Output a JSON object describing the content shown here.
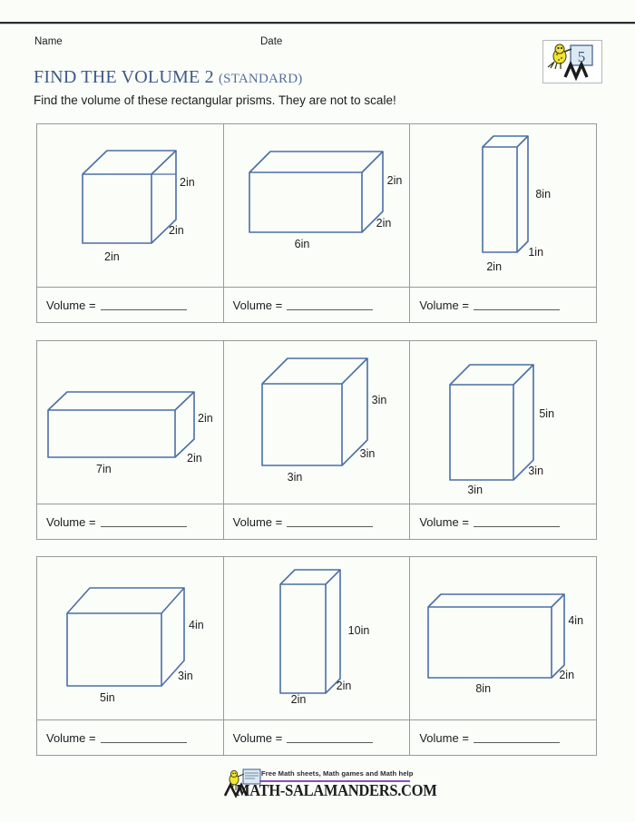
{
  "header": {
    "name_label": "Name",
    "date_label": "Date",
    "grade_badge": "5"
  },
  "title": {
    "main": "FIND THE VOLUME 2",
    "qualifier": "(STANDARD)",
    "color": "#3c5a87"
  },
  "instructions": "Find the volume of these rectangular prisms. They are not to scale!",
  "answer_label": "Volume =",
  "line_color": "#4a6fa5",
  "footer": {
    "tagline": "Free Math sheets, Math games and Math help",
    "domain": "MATH-SALAMANDERS.COM",
    "underline_color": "#8a4fbf"
  },
  "problems": [
    {
      "index": 1,
      "shape": "cube",
      "width_label": "2in",
      "depth_label": "2in",
      "height_label": "2in",
      "width": 2,
      "depth": 2,
      "height": 2,
      "unit": "in"
    },
    {
      "index": 2,
      "shape": "rectangular-prism",
      "width_label": "6in",
      "depth_label": "2in",
      "height_label": "2in",
      "width": 6,
      "depth": 2,
      "height": 2,
      "unit": "in"
    },
    {
      "index": 3,
      "shape": "tall-prism",
      "width_label": "2in",
      "depth_label": "1in",
      "height_label": "8in",
      "width": 2,
      "depth": 1,
      "height": 8,
      "unit": "in"
    },
    {
      "index": 4,
      "shape": "rectangular-prism",
      "width_label": "7in",
      "depth_label": "2in",
      "height_label": "2in",
      "width": 7,
      "depth": 2,
      "height": 2,
      "unit": "in"
    },
    {
      "index": 5,
      "shape": "cube",
      "width_label": "3in",
      "depth_label": "3in",
      "height_label": "3in",
      "width": 3,
      "depth": 3,
      "height": 3,
      "unit": "in"
    },
    {
      "index": 6,
      "shape": "tall-prism",
      "width_label": "3in",
      "depth_label": "3in",
      "height_label": "5in",
      "width": 3,
      "depth": 3,
      "height": 5,
      "unit": "in"
    },
    {
      "index": 7,
      "shape": "rectangular-prism",
      "width_label": "5in",
      "depth_label": "3in",
      "height_label": "4in",
      "width": 5,
      "depth": 3,
      "height": 4,
      "unit": "in"
    },
    {
      "index": 8,
      "shape": "tall-prism",
      "width_label": "2in",
      "depth_label": "2in",
      "height_label": "10in",
      "width": 2,
      "depth": 2,
      "height": 10,
      "unit": "in"
    },
    {
      "index": 9,
      "shape": "rectangular-prism",
      "width_label": "8in",
      "depth_label": "2in",
      "height_label": "4in",
      "width": 8,
      "depth": 2,
      "height": 4,
      "unit": "in"
    }
  ]
}
